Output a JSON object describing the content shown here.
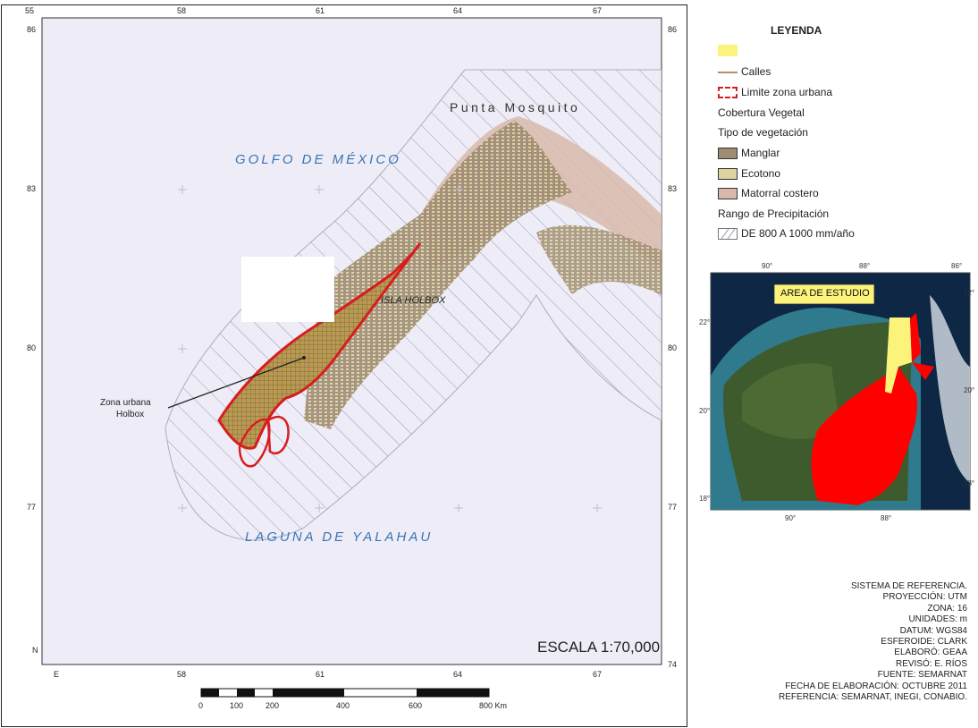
{
  "map": {
    "x_ticks_top": [
      "55",
      "58",
      "61",
      "64",
      "67"
    ],
    "x_ticks_bottom": [
      "58",
      "61",
      "64",
      "67"
    ],
    "y_ticks": [
      "86",
      "83",
      "80",
      "77",
      "74"
    ],
    "labels": {
      "gulf": "GOLFO DE MÉXICO",
      "lagoon": "LAGUNA DE YALAHAU",
      "point": "Punta Mosquito",
      "island": "ISLA HOLBOX",
      "urban_line1": "Zona urbana",
      "urban_line2": "Holbox"
    },
    "scale_text": "ESCALA 1:70,000",
    "scalebar_ticks": [
      "0",
      "100",
      "200",
      "400",
      "600",
      "800 Km"
    ],
    "corner_e": "E",
    "corner_n": "N"
  },
  "legend": {
    "title": "LEYENDA",
    "items": [
      {
        "label": "",
        "color": "#fbf37a"
      },
      {
        "label": "Calles",
        "color": "#9b6a2f"
      },
      {
        "label": "Limite zona urbana",
        "color": "#d81d1d"
      },
      {
        "label": "Cobertura Vegetal"
      },
      {
        "label": "Tipo de vegetación"
      },
      {
        "label": "Manglar",
        "color": "#9e8b73"
      },
      {
        "label": "Ecotono",
        "color": "#ddd3a0"
      },
      {
        "label": "Matorral costero",
        "color": "#d8b8ab"
      },
      {
        "label": "Rango de Precipitación"
      },
      {
        "label": "DE 800 A 1000 mm/año"
      }
    ]
  },
  "inset": {
    "label": "AREA DE ESTUDIO",
    "top_ticks": [
      "90°",
      "88°",
      "86°"
    ],
    "bottom_ticks": [
      "90°",
      "88°"
    ],
    "left_ticks": [
      "22°",
      "20°",
      "18°"
    ],
    "right_ticks": [
      "22°",
      "20°",
      "18°"
    ]
  },
  "metadata": [
    "SISTEMA DE REFERENCIA.",
    "PROYECCIÓN: UTM",
    "ZONA: 16",
    "UNIDADES: m",
    "DATUM: WGS84",
    "ESFEROIDE: CLARK",
    "ELABORÓ: GEAA",
    "REVISÓ: E. RÍOS",
    "FUENTE: SEMARNAT",
    "FECHA DE ELABORACIÓN: OCTUBRE 2011",
    "REFERENCIA: SEMARNAT, INEGI, CONABIO."
  ],
  "colors": {
    "water": "#eeedf7",
    "hatch": "#8f96b3",
    "mangrove": "#9e8b73",
    "ecotone": "#ddd3a0",
    "scrub": "#d8b8ab",
    "urban_boundary": "#d81d1d",
    "sea_label": "#3a74b5",
    "study_area": "#fbf37a",
    "state_red": "#ff0000"
  }
}
